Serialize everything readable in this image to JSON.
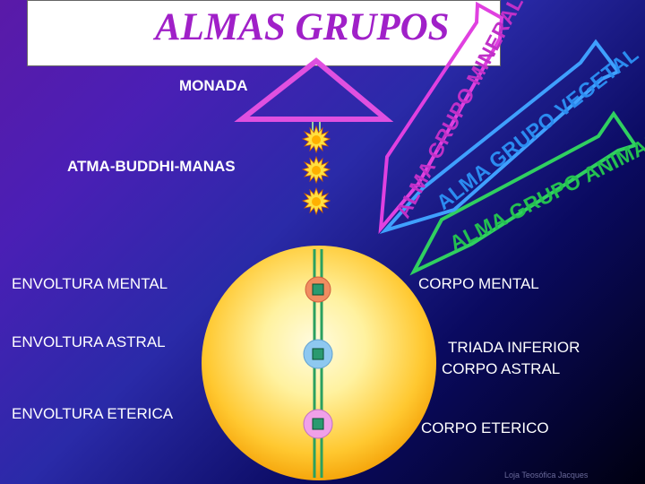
{
  "title": "ALMAS  GRUPOS",
  "labels": {
    "monada": "MONADA",
    "atma": "ATMA-BUDDHI-MANAS",
    "env_mental": "ENVOLTURA MENTAL",
    "env_astral": "ENVOLTURA ASTRAL",
    "env_eterica": "ENVOLTURA ETERICA",
    "corpo_mental": "CORPO MENTAL",
    "triada_1": "TRIADA INFERIOR",
    "triada_2": "CORPO ASTRAL",
    "corpo_eterico": "CORPO ETERICO"
  },
  "arrows": {
    "mineral": "ALMA GRUPO MINERAL",
    "vegetal": "ALMA GRUPO VEGETAL",
    "animal": "ALMA GRUPO ANIMAL"
  },
  "credit": "Loja Teosófica Jacques",
  "colors": {
    "title": "#a020c8",
    "triangle": "#e050e0",
    "arrow_mineral": "#e040e0",
    "arrow_vegetal": "#3fa0ff",
    "arrow_animal": "#30d060",
    "sphere_outer": "#f3a000",
    "sphere_inner": "#fff6b0",
    "star": "#ffe040"
  }
}
